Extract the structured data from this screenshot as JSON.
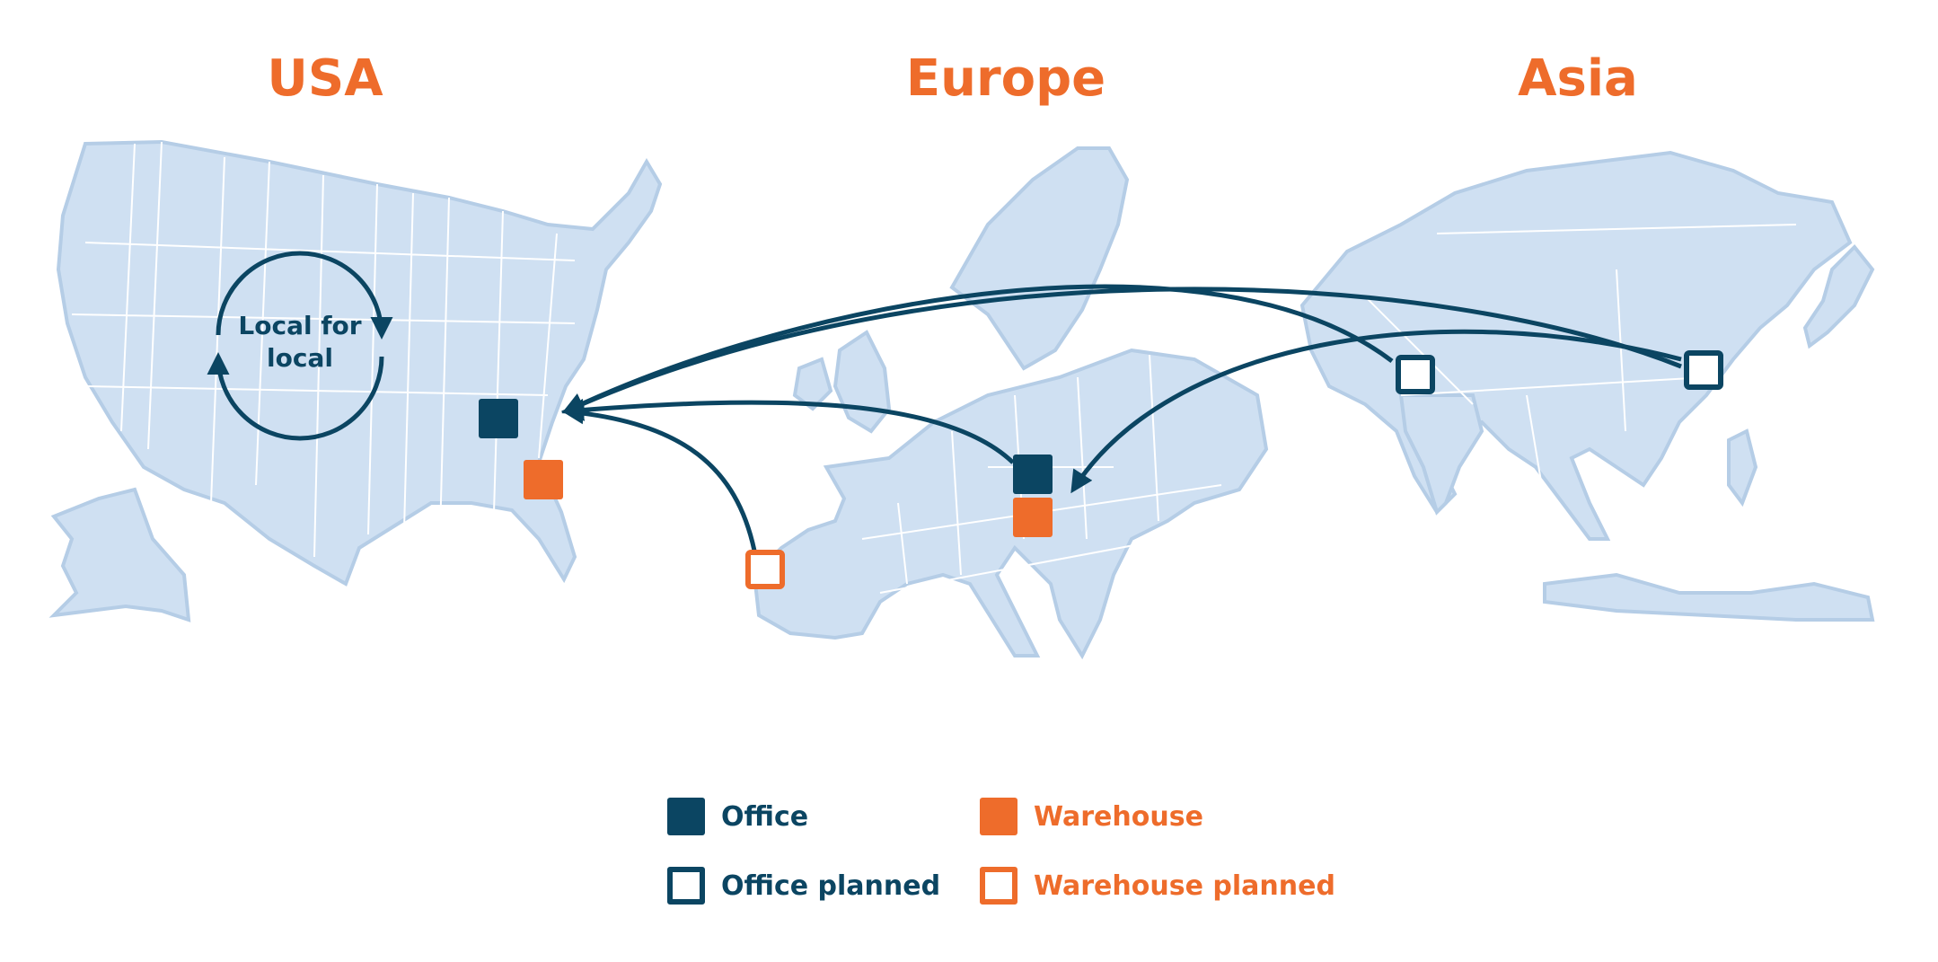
{
  "colors": {
    "office": "#0b4562",
    "warehouse": "#ee6c2b",
    "land": "#cfe0f2",
    "land_edge": "#b5cde6",
    "border": "#ffffff",
    "title": "#ee6c2b"
  },
  "regions": [
    {
      "id": "usa",
      "title": "USA"
    },
    {
      "id": "europe",
      "title": "Europe"
    },
    {
      "id": "asia",
      "title": "Asia"
    }
  ],
  "cycle": {
    "line1": "Local for",
    "line2": "local"
  },
  "legend": {
    "office": "Office",
    "warehouse": "Warehouse",
    "office_planned": "Office planned",
    "warehouse_planned": "Warehouse planned"
  },
  "map": {
    "sites": [
      {
        "id": "usa-office",
        "type": "office",
        "status": "existing",
        "place": "Southeastern United States"
      },
      {
        "id": "usa-warehouse",
        "type": "warehouse",
        "status": "existing",
        "place": "Southeastern United States"
      },
      {
        "id": "portugal-warehouse",
        "type": "warehouse",
        "status": "planned",
        "place": "Portugal"
      },
      {
        "id": "europe-office",
        "type": "office",
        "status": "existing",
        "place": "Central Europe"
      },
      {
        "id": "europe-warehouse",
        "type": "warehouse",
        "status": "existing",
        "place": "Central Europe"
      },
      {
        "id": "india-office",
        "type": "office",
        "status": "planned",
        "place": "India"
      },
      {
        "id": "china-office",
        "type": "office",
        "status": "planned",
        "place": "China"
      }
    ],
    "flows": [
      {
        "from": "portugal-warehouse",
        "to": "usa-office"
      },
      {
        "from": "europe-office",
        "to": "usa-office"
      },
      {
        "from": "india-office",
        "to": "usa-office"
      },
      {
        "from": "china-office",
        "to": "usa-office"
      },
      {
        "from": "china-office",
        "to": "europe-office"
      }
    ]
  }
}
